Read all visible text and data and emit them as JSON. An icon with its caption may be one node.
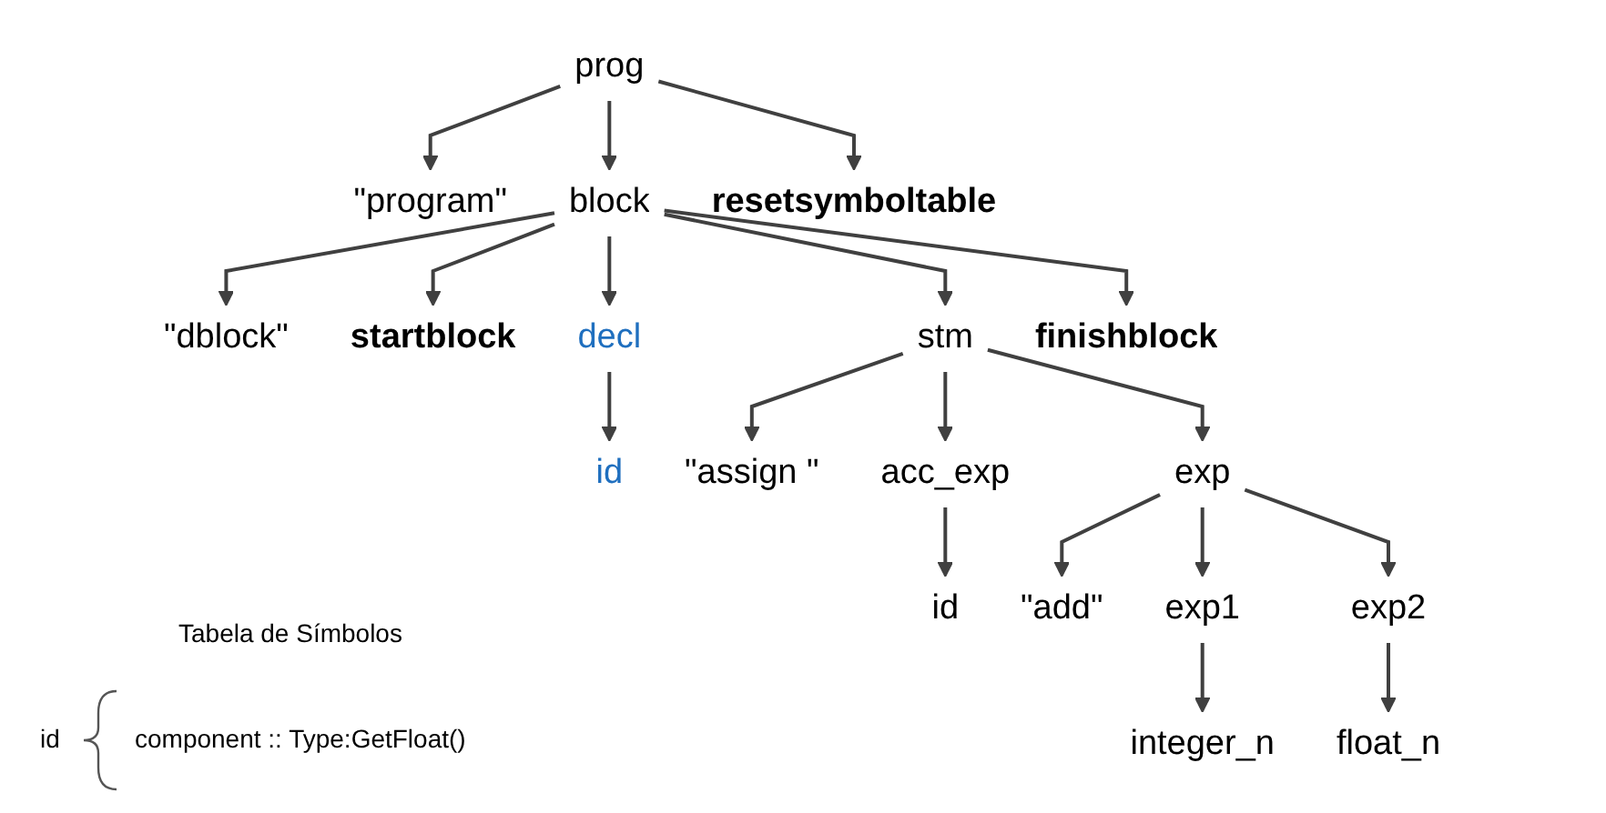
{
  "diagram": {
    "nodes": [
      {
        "text": [
          "prog"
        ]
      },
      {
        "text": [
          "\"program\""
        ]
      },
      {
        "text": [
          "block"
        ]
      },
      {
        "text": [
          "resetsymboltable"
        ]
      },
      {
        "text": [
          "\"dblock\""
        ]
      },
      {
        "text": [
          "startblock"
        ]
      },
      {
        "text": [
          "decl"
        ]
      },
      {
        "text": [
          "stm"
        ]
      },
      {
        "text": [
          "finishblock"
        ]
      },
      {
        "text": [
          "id"
        ]
      },
      {
        "text": [
          "\"assign \""
        ]
      },
      {
        "text": [
          "acc_exp"
        ]
      },
      {
        "text": [
          "exp"
        ]
      },
      {
        "text": [
          "id"
        ]
      },
      {
        "text": [
          "\"add\""
        ]
      },
      {
        "text": [
          "exp1"
        ]
      },
      {
        "text": [
          "exp2"
        ]
      },
      {
        "text": [
          "integer_n"
        ]
      },
      {
        "text": [
          "float_n"
        ]
      }
    ],
    "edges": [
      {
        "from": 0,
        "to": 1,
        "arrow": "to"
      },
      {
        "from": 0,
        "to": 2,
        "arrow": "to"
      },
      {
        "from": 0,
        "to": 3,
        "arrow": "to"
      },
      {
        "from": 2,
        "to": 4,
        "arrow": "to"
      },
      {
        "from": 2,
        "to": 5,
        "arrow": "to"
      },
      {
        "from": 2,
        "to": 6,
        "arrow": "to"
      },
      {
        "from": 2,
        "to": 7,
        "arrow": "to"
      },
      {
        "from": 2,
        "to": 8,
        "arrow": "to"
      },
      {
        "from": 6,
        "to": 9,
        "arrow": "to"
      },
      {
        "from": 7,
        "to": 10,
        "arrow": "to"
      },
      {
        "from": 7,
        "to": 11,
        "arrow": "to"
      },
      {
        "from": 7,
        "to": 12,
        "arrow": "to"
      },
      {
        "from": 11,
        "to": 13,
        "arrow": "to"
      },
      {
        "from": 12,
        "to": 14,
        "arrow": "to"
      },
      {
        "from": 12,
        "to": 15,
        "arrow": "to"
      },
      {
        "from": 12,
        "to": 16,
        "arrow": "to"
      },
      {
        "from": 15,
        "to": 17,
        "arrow": "to"
      },
      {
        "from": 16,
        "to": 18,
        "arrow": "to"
      }
    ],
    "labels": [
      "Tabela de Símbolos",
      "id",
      "component :: Type:GetFloat()"
    ]
  }
}
